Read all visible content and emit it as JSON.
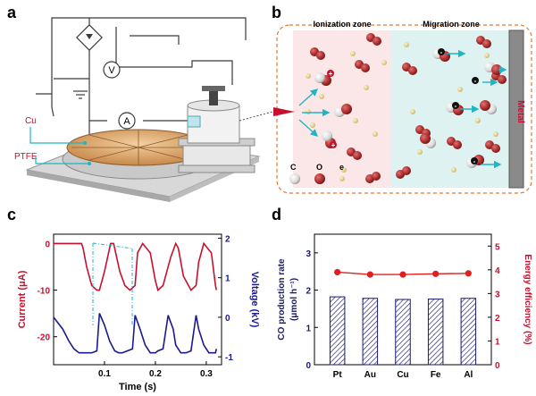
{
  "panels": {
    "a": {
      "letter": "a",
      "labels": {
        "cu": "Cu",
        "ptfe": "PTFE",
        "voltmeter": "V",
        "ammeter": "A"
      }
    },
    "b": {
      "letter": "b",
      "ionization_zone": "Ionization zone",
      "migration_zone": "Migration zone",
      "metal": "Metal",
      "legend": {
        "c": "C",
        "o": "O",
        "e": "e"
      },
      "charge_plus": "+",
      "charge_minus": "-",
      "colors": {
        "ionization_bg": "#fbe7e7",
        "migration_bg": "#dff2f2",
        "arrow": "#1fb5c4",
        "oxygen": "#b03030",
        "carbon": "#e8e8e8",
        "electron": "#e8d9a0",
        "metal": "#888888",
        "border": "#e07a30"
      }
    },
    "c": {
      "letter": "c",
      "xlabel": "Time (s)",
      "ylabel_left": "Current (μA)",
      "ylabel_right": "Voltage (kV)",
      "xticks": [
        "0.1",
        "0.2",
        "0.3"
      ],
      "yticks_left": [
        "0",
        "-10",
        "-20"
      ],
      "yticks_right": [
        "2",
        "1",
        "0",
        "-1"
      ]
    },
    "d": {
      "letter": "d",
      "ylabel_left_line1": "CO production rate",
      "ylabel_left_line2": "(μmol h⁻¹)",
      "ylabel_right": "Energy efficiency (%)",
      "yticks_left": [
        "0",
        "1",
        "2",
        "3"
      ],
      "yticks_right": [
        "0",
        "1",
        "2",
        "3",
        "4",
        "5"
      ]
    }
  },
  "chart_data": [
    {
      "type": "line",
      "panel": "c",
      "xlabel": "Time (s)",
      "ylabel": "Current (μA)",
      "y2label": "Voltage (kV)",
      "xlim": [
        0.0,
        0.33
      ],
      "ylim": [
        -26,
        2
      ],
      "y2lim": [
        -1.2,
        2.1
      ],
      "series": [
        {
          "axis": "left",
          "color": "#c8102e",
          "x": [
            0.0,
            0.055,
            0.058,
            0.065,
            0.075,
            0.085,
            0.09,
            0.1,
            0.112,
            0.118,
            0.13,
            0.14,
            0.15,
            0.16,
            0.165,
            0.175,
            0.19,
            0.2,
            0.205,
            0.215,
            0.23,
            0.24,
            0.245,
            0.255,
            0.27,
            0.28,
            0.285,
            0.295,
            0.31,
            0.318,
            0.32
          ],
          "values": [
            0,
            0,
            -1,
            -5,
            -9,
            -10,
            -10,
            -6,
            0,
            0,
            -6,
            -9,
            -10,
            -9,
            -2,
            0,
            -2,
            -8,
            -10,
            -9,
            -3,
            0,
            -1,
            -7,
            -10,
            -9,
            -4,
            0,
            -2,
            -9,
            -10
          ]
        },
        {
          "axis": "right",
          "color": "#1a1a8c",
          "x": [
            0.0,
            0.018,
            0.03,
            0.04,
            0.05,
            0.06,
            0.075,
            0.085,
            0.09,
            0.1,
            0.11,
            0.12,
            0.128,
            0.135,
            0.145,
            0.155,
            0.16,
            0.17,
            0.18,
            0.19,
            0.2,
            0.205,
            0.215,
            0.225,
            0.235,
            0.24,
            0.25,
            0.26,
            0.27,
            0.28,
            0.285,
            0.295,
            0.305,
            0.318,
            0.32
          ],
          "values": [
            0.0,
            -0.3,
            -0.6,
            -0.8,
            -0.9,
            -0.9,
            -0.9,
            -0.85,
            0.1,
            -0.2,
            -0.6,
            -0.85,
            -0.9,
            -0.9,
            -0.85,
            -0.8,
            0.05,
            -0.3,
            -0.7,
            -0.9,
            -0.9,
            -0.85,
            -0.8,
            0.05,
            -0.3,
            -0.7,
            -0.9,
            -0.9,
            -0.85,
            0.05,
            -0.3,
            -0.7,
            -0.9,
            -0.9,
            -0.8
          ]
        }
      ]
    },
    {
      "type": "bar",
      "panel": "d",
      "categories": [
        "Pt",
        "Au",
        "Cu",
        "Fe",
        "Al"
      ],
      "ylabel": "CO production rate (μmol h⁻¹)",
      "ylim": [
        0,
        3.5
      ],
      "y2label": "Energy efficiency (%)",
      "y2lim": [
        0,
        5.5
      ],
      "series": [
        {
          "axis": "left",
          "kind": "bar",
          "color": "#1a1a6c",
          "values": [
            1.82,
            1.78,
            1.75,
            1.76,
            1.78
          ]
        },
        {
          "axis": "right",
          "kind": "line",
          "color": "#e02020",
          "values": [
            3.9,
            3.8,
            3.8,
            3.83,
            3.85
          ]
        }
      ]
    }
  ]
}
